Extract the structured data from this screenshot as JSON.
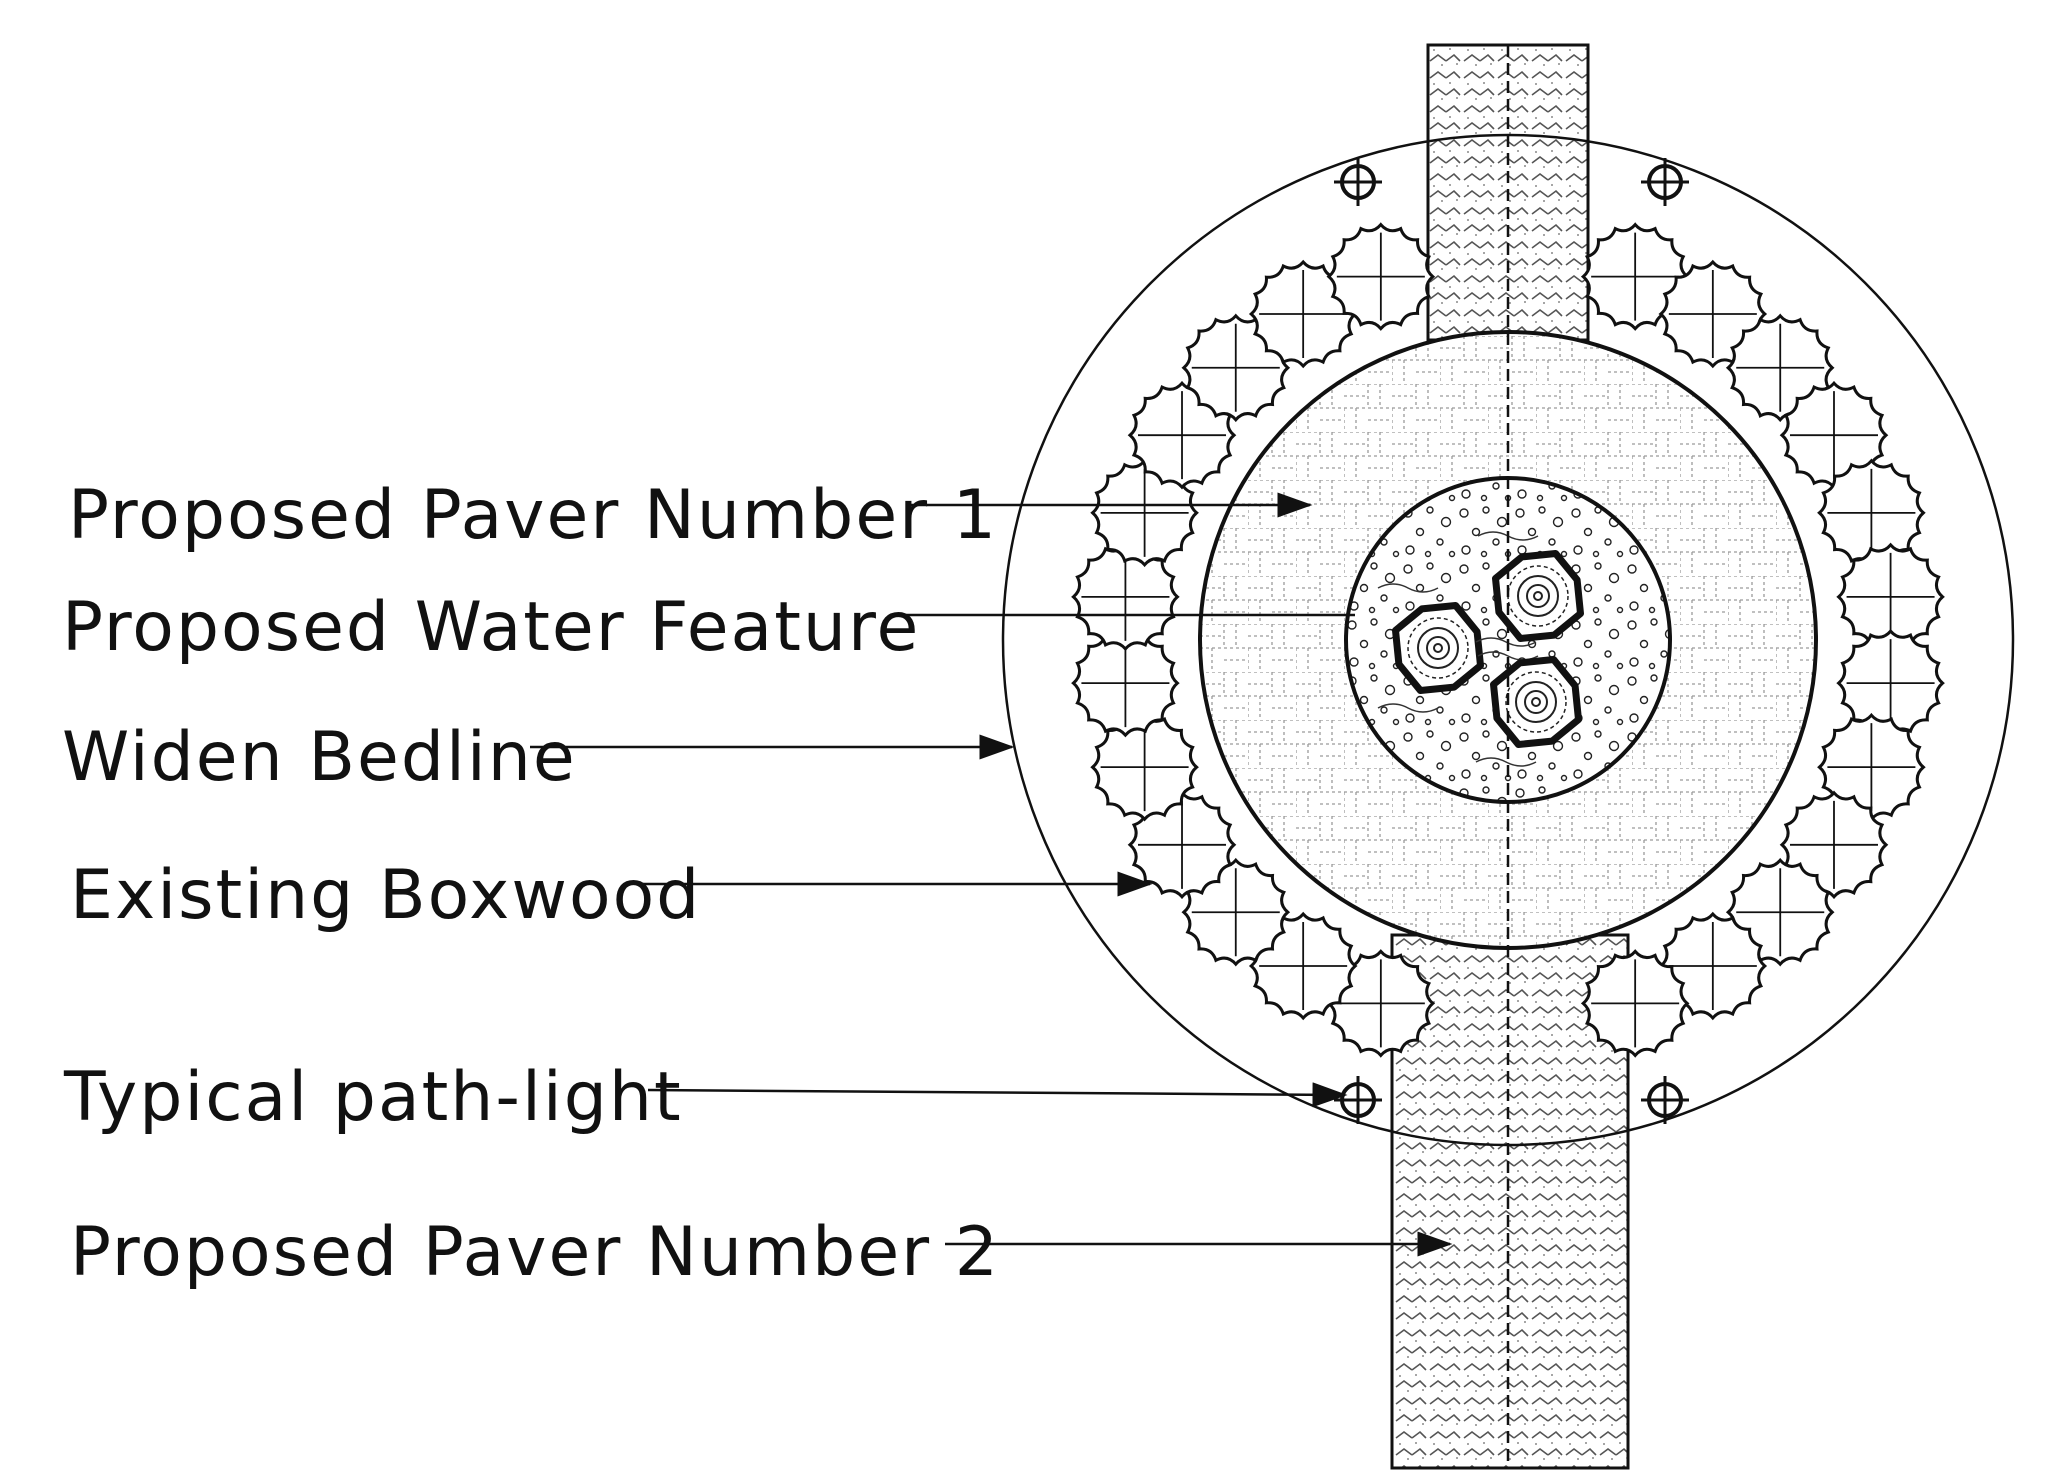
{
  "diagram": {
    "type": "landscape-site-plan",
    "line_color": "#111111",
    "background": "#ffffff",
    "callouts": [
      {
        "id": "paver-1",
        "label": "Proposed Paver Number 1",
        "points_to": "inner paved circle"
      },
      {
        "id": "water-feature",
        "label": "Proposed Water Feature",
        "points_to": "central pebble basin"
      },
      {
        "id": "bedline",
        "label": "Widen Bedline",
        "points_to": "outer bed circle"
      },
      {
        "id": "boxwood",
        "label": "Existing Boxwood",
        "points_to": "shrub ring"
      },
      {
        "id": "path-light",
        "label": "Typical path-light",
        "points_to": "light fixture"
      },
      {
        "id": "paver-2",
        "label": "Proposed Paver Number 2",
        "points_to": "walkway"
      }
    ],
    "elements": {
      "boxwood_count": 24,
      "path_light_count": 4,
      "water_feature_stones": 3
    }
  }
}
